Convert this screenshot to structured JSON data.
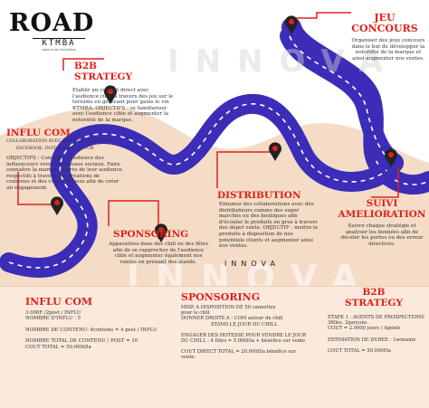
{
  "header": {
    "title": "ROAD",
    "brand": "KTMBA",
    "brand_sub": "agence de marketing"
  },
  "watermark": "INNOVA",
  "logo": "INNOVA",
  "sections": {
    "jeu_concours": {
      "title_line1": "JEU",
      "title_line2": "CONCOURS",
      "text": "Organiser des jeux concours dans le but de développer la notoriété de la marque et ainsi augmenter nos ventes."
    },
    "b2b": {
      "title_line1": "B2B",
      "title_line2": "STRATEGY",
      "text": "Etablir un contact direct avec l'audience cible à travers des jeu sur le terrains en gérerant pour gains le vin KTMBA. OBJECTIFS : se familiariser avec l'audience cible et augmenter la notoriété de la marque."
    },
    "influ_com": {
      "title": "INFLU COM",
      "subtitle": "COLLABORATION AVEC DES INFLUENCEURS",
      "platforms": "FACEBOOK, INSTAGRAM, TIKTOK",
      "text": "OBJECTIFS : Convertir l'audience des influenceurs vers nos réseaux sociaux. Faire connaître la marque auprès de leur audience respectifs à travers des créations de contenus et des coups de buzz afin de créer un engagement."
    },
    "distribution": {
      "title": "DISTRIBUTION",
      "text": "Entamez des collaborations avec des distributeurs comme des super marchés ou des boutiques afin d'écouler le produits en gros à travers des dépot vente. OBJECTIF : mettre le produits à disposition de nos potentiels clients et augmenter ainsi nos ventes."
    },
    "suivi": {
      "title_line1": "SUIVI",
      "title_line2": "AMELIORATION",
      "text": "Suivre chaque stratégie et analyser les données afin de déceler les portes ou des erreur directives."
    },
    "sponsoring": {
      "title": "SPONSORING",
      "text": "Apparaitres dans des chill ou des fêtes afin de se rapprocher de l'audience cible et augmenter également nos ventes en prenant des stands."
    }
  },
  "bottom": {
    "influ_com": {
      "title": "INFLU COM",
      "lines": [
        "3.000F /2post / INFLU",
        "NOMBRE D'INFLU : 5",
        "",
        "NOMBRE DE CONTENU: 4contenu = 4 post / INFLU",
        "",
        "NOMBRE TOTAL DE CONTENU / POST = 10",
        "COUT TOTAL = 50.000f/la"
      ]
    },
    "sponsoring": {
      "title": "SPONSORING",
      "lines": [
        "MISE A DISPOSITION DE 50 cannettes",
        "pour le chill",
        "DONNER DROITS A : COM autour du chill",
        "                    STAND LE JOUR DU CHILL",
        "",
        "ENGAGER DES HOTESSE POUR VENDRE LE JOUR",
        "DU CHILL : 4 filles = 5.000f/la + bénéfice sur vente",
        "",
        "COUT DIRECT TOTAL = 20.000f/la bénéfice sur",
        "vente."
      ]
    },
    "b2b": {
      "title_line1": "B2B",
      "title_line2": "STRATEGY",
      "lines": [
        "ETAPE 1 : AGENTS DE PROSPECTIONS",
        "3filles. 2garçons.",
        "COUT = 2.000f/ jours / Agents",
        "",
        "ESTIMATION DE DUREE : 1semaine",
        "",
        "COUT TOTAL = 50.000f/la"
      ]
    }
  },
  "colors": {
    "road": "#3b2db8",
    "beige": "#f4dcc7",
    "accent": "#e0201b",
    "pin": "#222222"
  }
}
